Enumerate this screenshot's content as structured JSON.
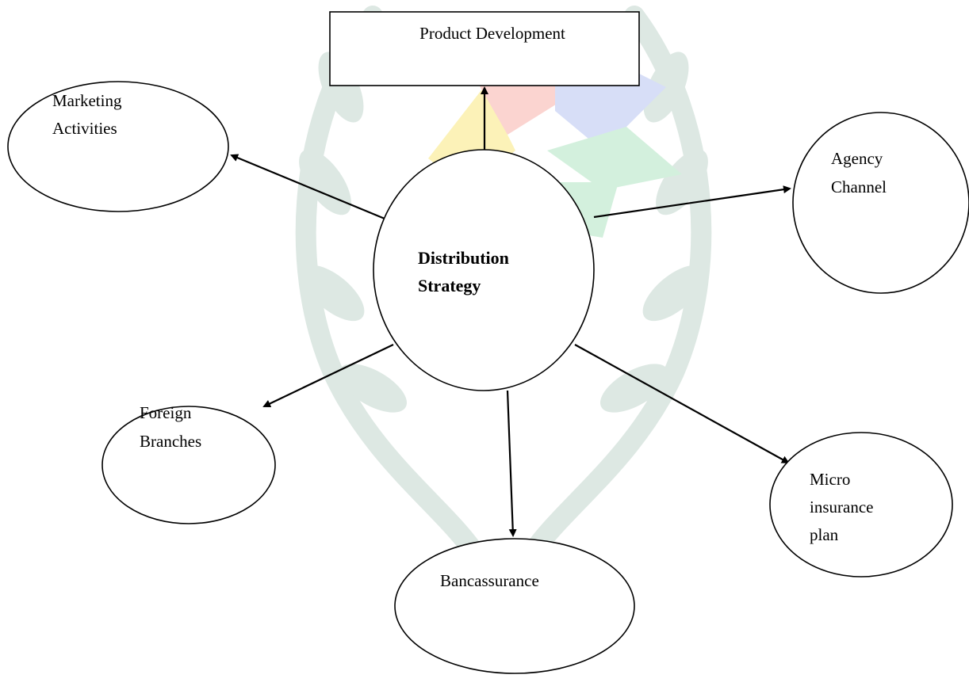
{
  "diagram": {
    "center": {
      "line1": "Distribution",
      "line2": "Strategy"
    },
    "product_development": "Product Development",
    "marketing": {
      "line1": "Marketing",
      "line2": "Activities"
    },
    "agency": {
      "line1": "Agency",
      "line2": "Channel"
    },
    "foreign": {
      "line1": "Foreign",
      "line2": "Branches"
    },
    "micro": {
      "line1": "Micro",
      "line2": "insurance",
      "line3": "plan"
    },
    "bancassurance": "Bancassurance"
  },
  "colors": {
    "ink": "#000000",
    "watermark_wreath": "#dde8e3",
    "watermark_red": "#fbd4d0",
    "watermark_yellow": "#fcf2b8",
    "watermark_blue": "#d7def7",
    "watermark_green": "#d3f0dd"
  }
}
